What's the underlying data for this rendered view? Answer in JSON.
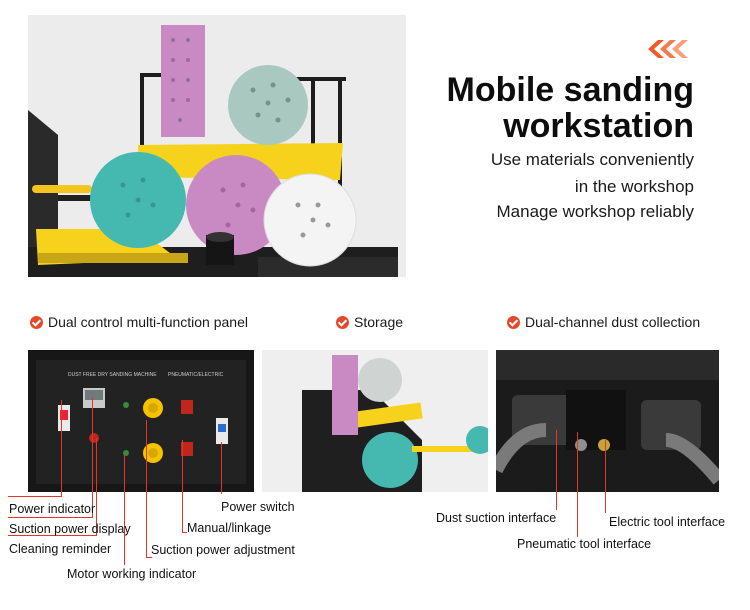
{
  "hero": {
    "title_line1": "Mobile sanding",
    "title_line2": "workstation",
    "sub1": "Use materials conveniently",
    "sub2": "in the workshop",
    "sub3": "Manage workshop reliably",
    "accent": "#f15a24"
  },
  "features": [
    {
      "label": "Dual control multi-function panel"
    },
    {
      "label": "Storage"
    },
    {
      "label": "Dual-channel dust collection"
    }
  ],
  "panel": {
    "header": "DUST FREE DRY SANDING MACHINE",
    "header2": "PNEUMATIC/ELECTRIC",
    "labels": {
      "power_indicator": "Power indicator",
      "suction_power_display": "Suction power display",
      "cleaning_reminder": "Cleaning reminder",
      "motor_working_indicator": "Motor working indicator",
      "power_switch": "Power switch",
      "manual_linkage": "Manual/linkage",
      "suction_power_adjustment": "Suction power adjustment"
    }
  },
  "dust": {
    "labels": {
      "dust_suction_interface": "Dust suction interface",
      "pneumatic_tool_interface": "Pneumatic tool interface",
      "electric_tool_interface": "Electric tool interface"
    }
  },
  "colors": {
    "leader": "#e53527",
    "check": "#e5482b",
    "pad_yellow": "#f6d21d",
    "pad_teal": "#45b9b0",
    "pad_pink": "#c98ac4"
  }
}
